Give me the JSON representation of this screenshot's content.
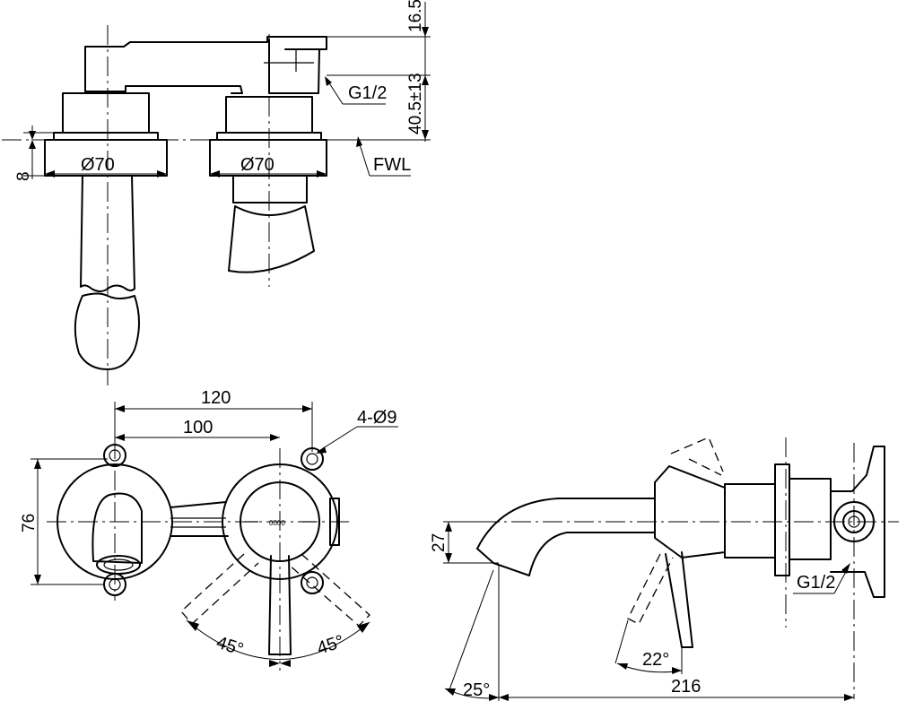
{
  "drawing": {
    "front_view": {
      "dim_top_offset": "16.5",
      "dim_height": "40.5±13",
      "dim_flange": "8",
      "left_flange_dia": "Ø70",
      "right_flange_dia": "Ø70",
      "thread_label": "G1/2",
      "floor_label": "FWL"
    },
    "top_view": {
      "dim_outer_width": "120",
      "dim_inner_width": "100",
      "hole_label": "4-Ø9",
      "dim_height": "76",
      "angle_left": "45°",
      "angle_right": "45°",
      "center_mark": "0000"
    },
    "side_view": {
      "dim_spout_height": "27",
      "thread_label": "G1/2",
      "angle_handle": "22°",
      "angle_spout": "25°",
      "dim_length": "216"
    }
  }
}
